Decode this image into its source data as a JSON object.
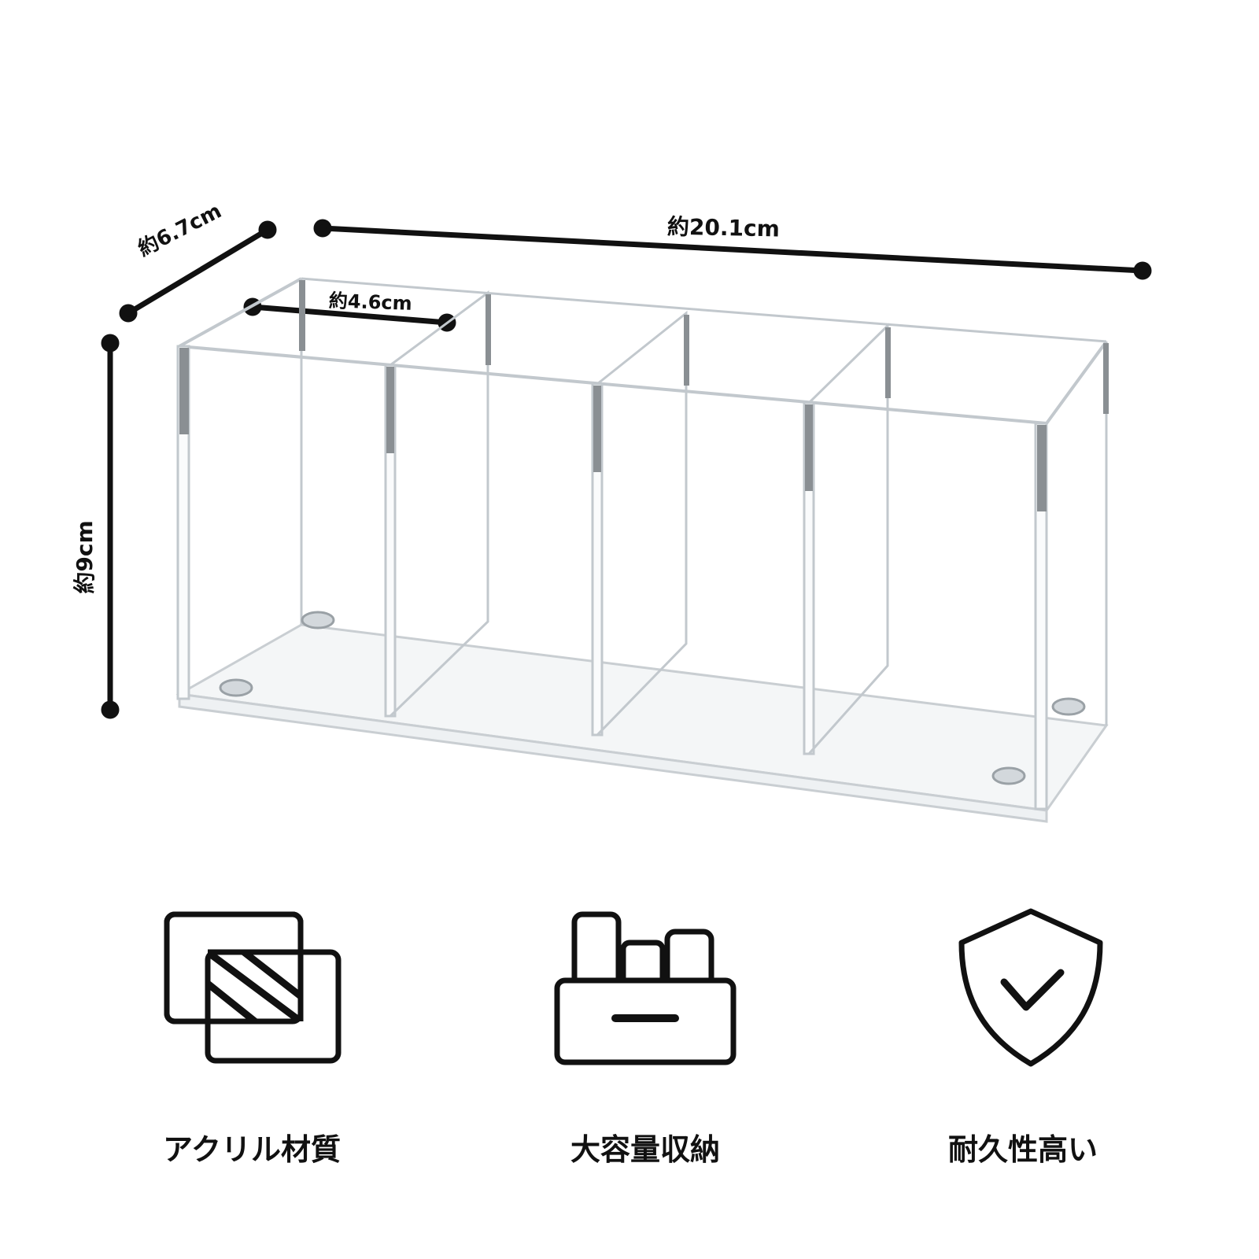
{
  "dimensions": {
    "width_label": "約20.1cm",
    "depth_label": "約6.7cm",
    "compartment_label": "約4.6cm",
    "height_label": "約9cm"
  },
  "features": [
    {
      "icon": "acrylic-panels-icon",
      "label": "アクリル材質"
    },
    {
      "icon": "storage-box-icon",
      "label": "大容量収納"
    },
    {
      "icon": "shield-check-icon",
      "label": "耐久性高い"
    }
  ],
  "colors": {
    "background": "#ffffff",
    "text": "#111111",
    "acrylic_edge": "#b9c0c6"
  }
}
